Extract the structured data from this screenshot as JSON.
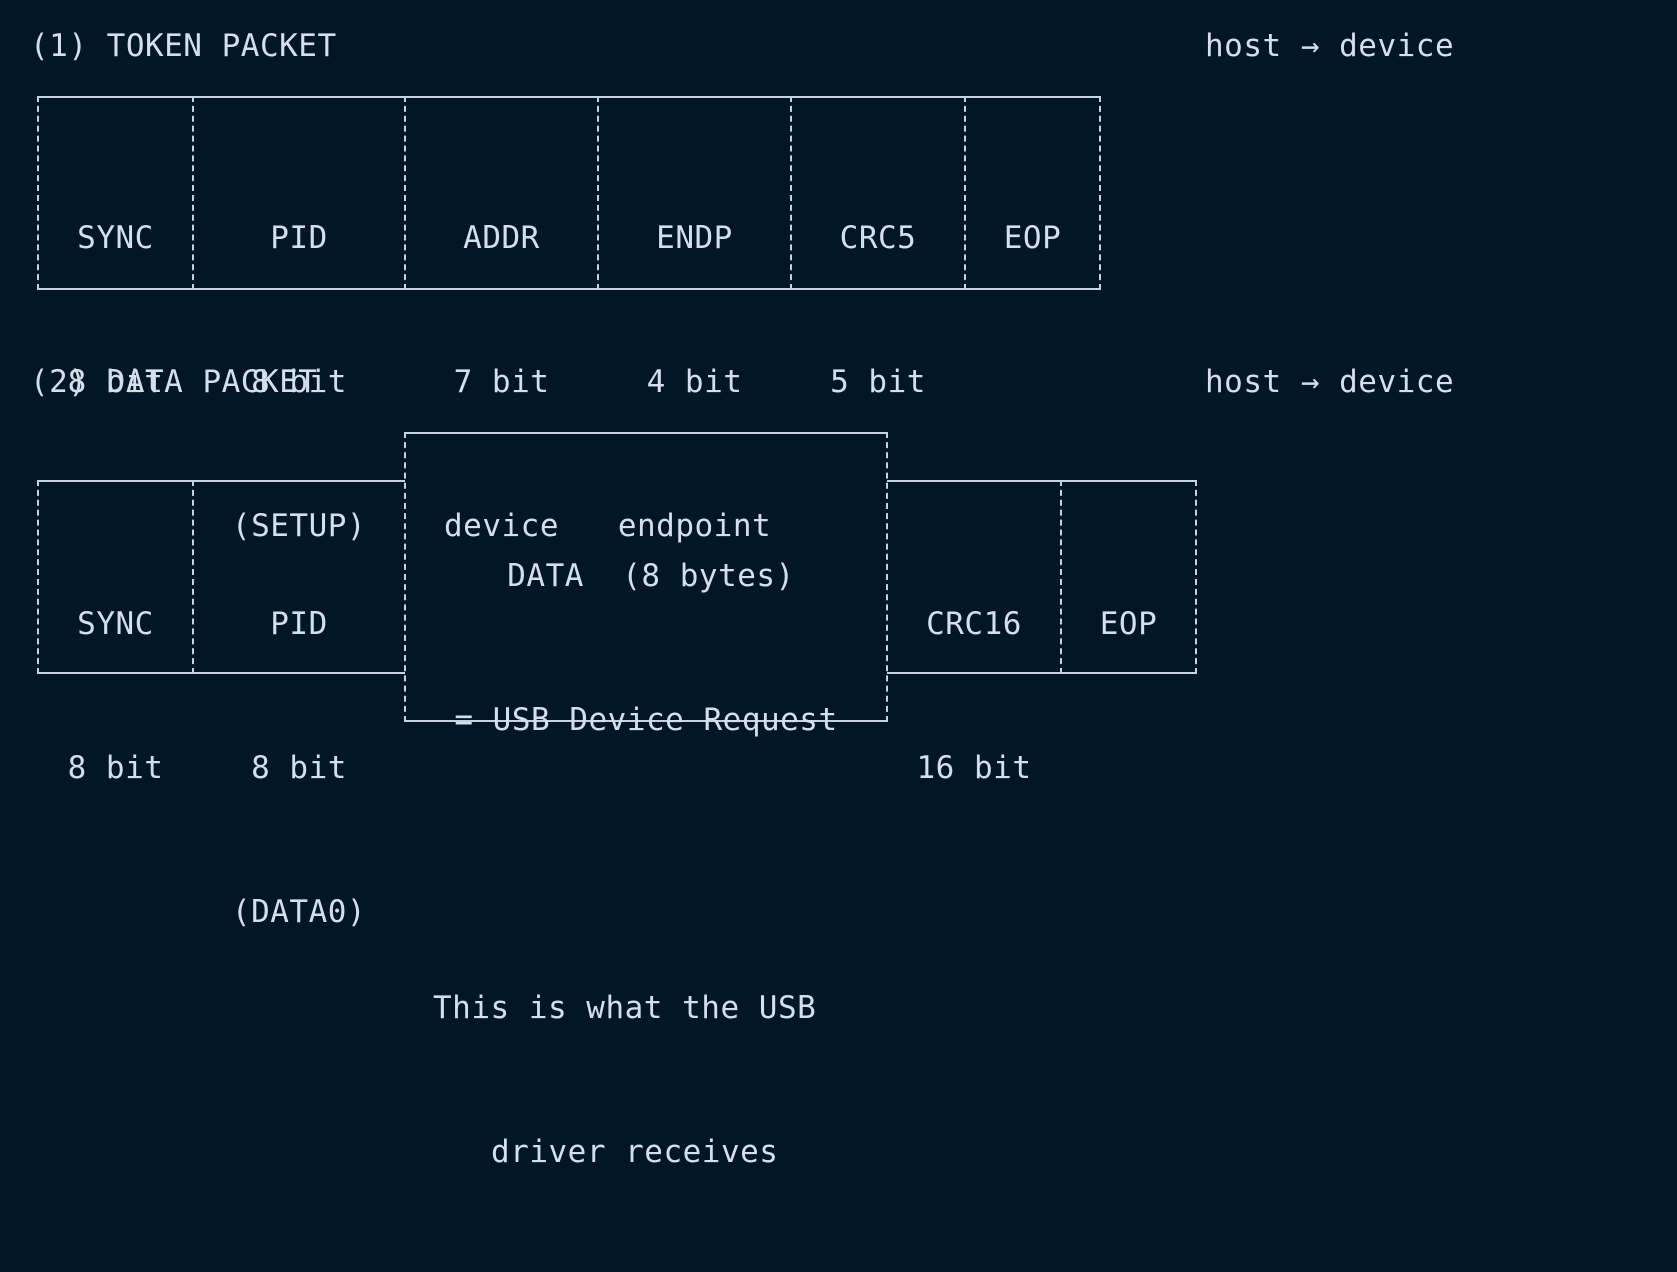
{
  "token_packet": {
    "heading": "(1) TOKEN PACKET",
    "direction": "host → device",
    "fields": [
      {
        "name": "SYNC",
        "size": "8 bit",
        "note": ""
      },
      {
        "name": "PID",
        "size": "8 bit",
        "note": "(SETUP)"
      },
      {
        "name": "ADDR",
        "size": "7 bit",
        "note": "device"
      },
      {
        "name": "ENDP",
        "size": "4 bit",
        "note": "endpoint"
      },
      {
        "name": "CRC5",
        "size": "5 bit",
        "note": ""
      },
      {
        "name": "EOP",
        "size": "",
        "note": ""
      }
    ]
  },
  "data_packet": {
    "heading": "(2) DATA PACKET",
    "direction": "host → device",
    "fields": [
      {
        "name": "SYNC",
        "size": "8 bit",
        "note": ""
      },
      {
        "name": "PID",
        "size": "8 bit",
        "note": "(DATA0)"
      },
      {
        "name": "CRC16",
        "size": "16 bit",
        "note": ""
      },
      {
        "name": "EOP",
        "size": "",
        "note": ""
      }
    ],
    "data_field": {
      "title": "DATA  (8 bytes)",
      "subtitle": "= USB Device Request",
      "note_line1": "This is what the USB",
      "note_line2": "driver receives"
    }
  },
  "colors": {
    "background": "#011627",
    "text": "#d6deeb",
    "border": "#c8d1e0"
  }
}
